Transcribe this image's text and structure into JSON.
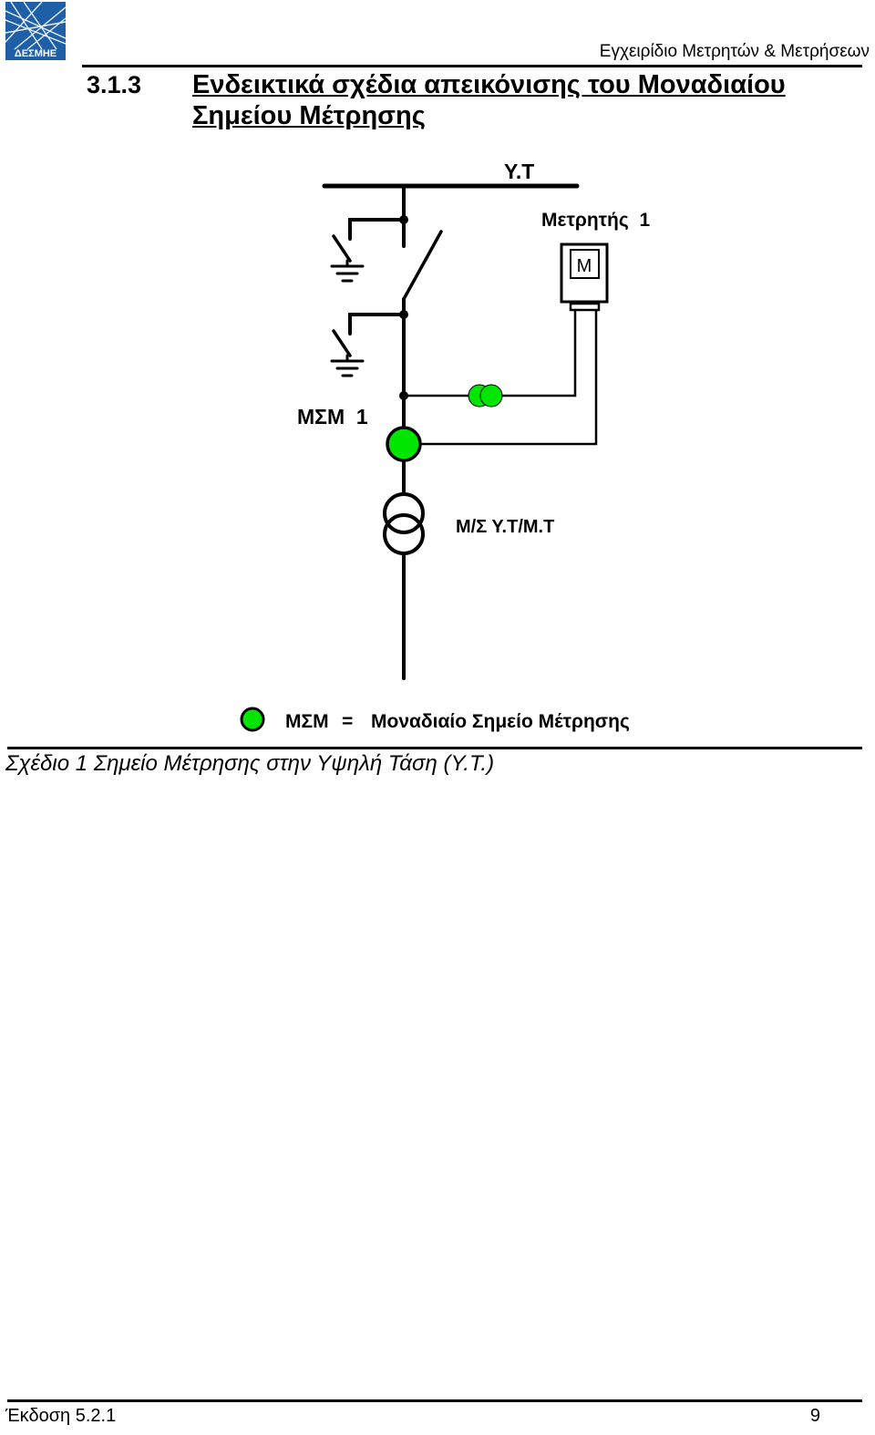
{
  "header": {
    "logo_text": "ΔΕΣΜΗΕ",
    "doc_title": "Εγχειρίδιο Μετρητών & Μετρήσεων"
  },
  "section": {
    "number": "3.1.3",
    "title": "Ενδεικτικά σχέδια απεικόνισης του Μοναδιαίου Σημείου Μέτρησης"
  },
  "diagram": {
    "busbar_label": "Υ.Τ",
    "meter_label": "Μετρητής  1",
    "meter_symbol": "M",
    "metering_point_label": "ΜΣΜ  1",
    "transformer_label": "Μ/Σ Υ.Τ/Μ.Τ",
    "legend_abbr": "ΜΣΜ",
    "legend_eq": "=",
    "legend_text": "Μοναδιαίο Σημείο Μέτρησης",
    "metering_color": "#00e600"
  },
  "caption": "Σχέδιο 1 Σημείο Μέτρησης στην Υψηλή Τάση (Υ.Τ.)",
  "footer": {
    "edition": "Έκδοση 5.2.1",
    "page": "9"
  }
}
